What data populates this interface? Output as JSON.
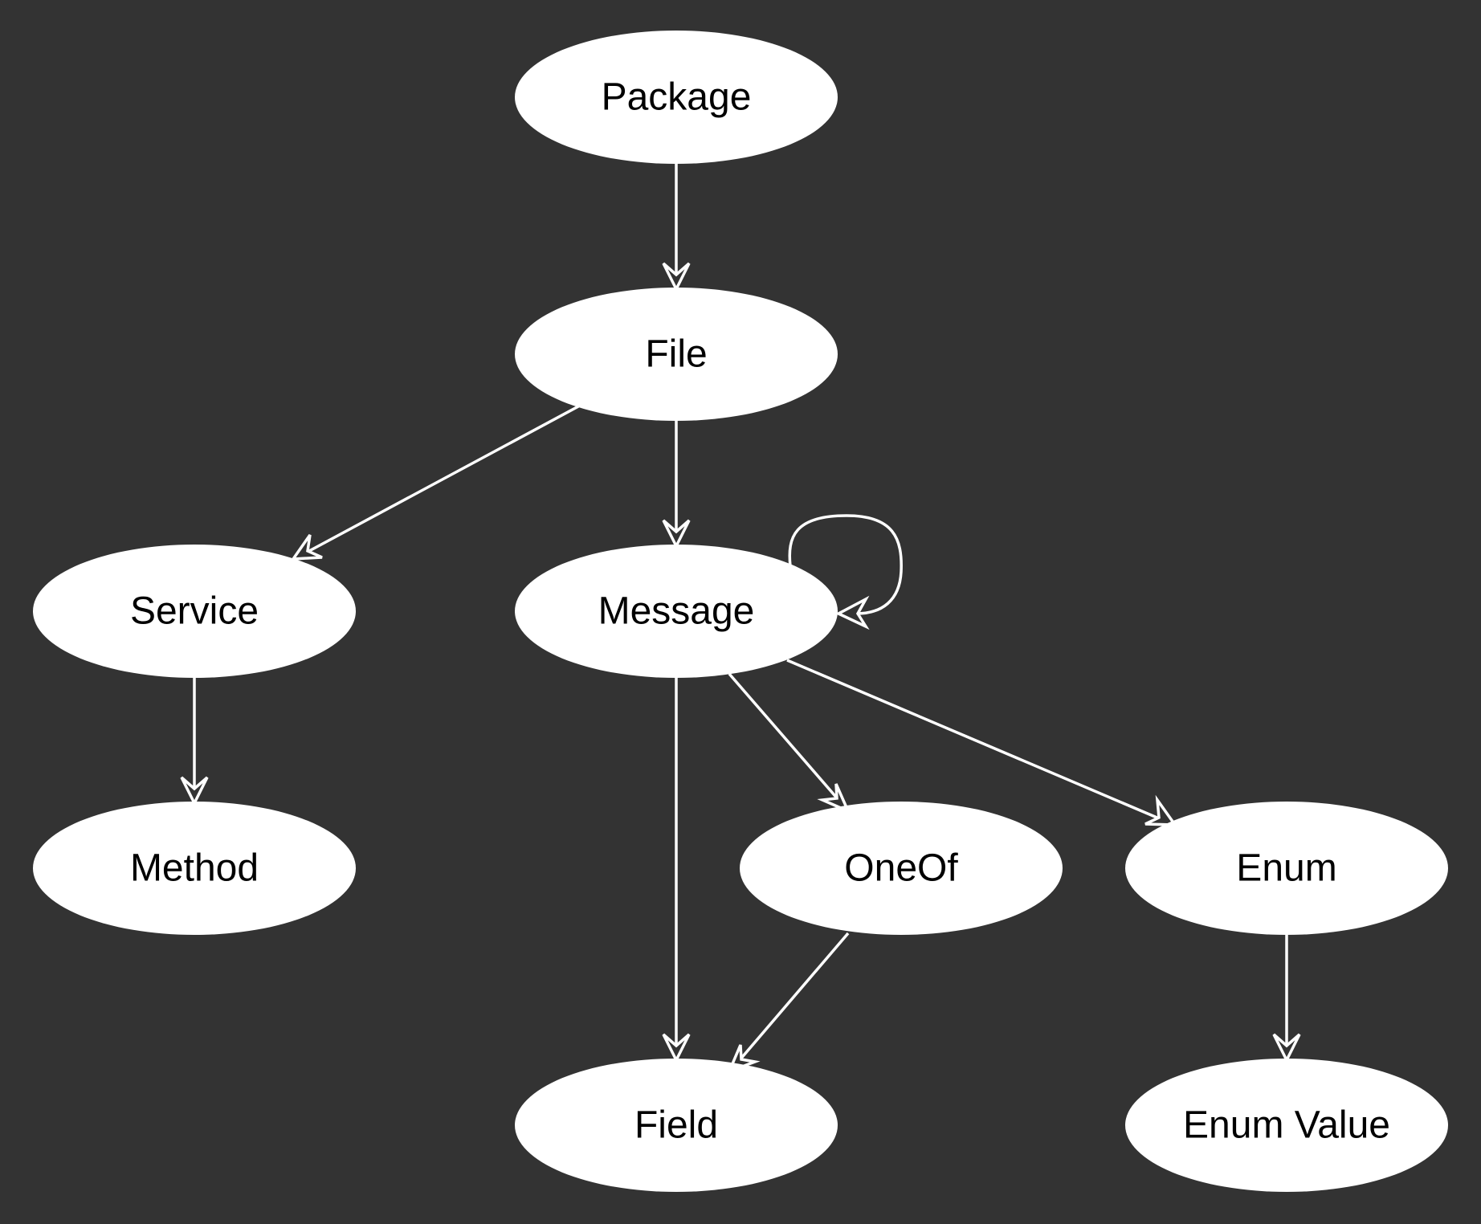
{
  "diagram": {
    "colors": {
      "background": "#333333",
      "node_fill": "#ffffff",
      "node_text": "#000000",
      "edge": "#ffffff"
    },
    "nodes": [
      {
        "id": "package",
        "label": "Package"
      },
      {
        "id": "file",
        "label": "File"
      },
      {
        "id": "service",
        "label": "Service"
      },
      {
        "id": "message",
        "label": "Message"
      },
      {
        "id": "method",
        "label": "Method"
      },
      {
        "id": "oneof",
        "label": "OneOf"
      },
      {
        "id": "enum",
        "label": "Enum"
      },
      {
        "id": "field",
        "label": "Field"
      },
      {
        "id": "enum_value",
        "label": "Enum Value"
      }
    ],
    "edges": [
      {
        "from": "package",
        "to": "file"
      },
      {
        "from": "file",
        "to": "service"
      },
      {
        "from": "file",
        "to": "message"
      },
      {
        "from": "message",
        "to": "message"
      },
      {
        "from": "service",
        "to": "method"
      },
      {
        "from": "message",
        "to": "field"
      },
      {
        "from": "message",
        "to": "oneof"
      },
      {
        "from": "message",
        "to": "enum"
      },
      {
        "from": "oneof",
        "to": "field"
      },
      {
        "from": "enum",
        "to": "enum_value"
      }
    ]
  }
}
